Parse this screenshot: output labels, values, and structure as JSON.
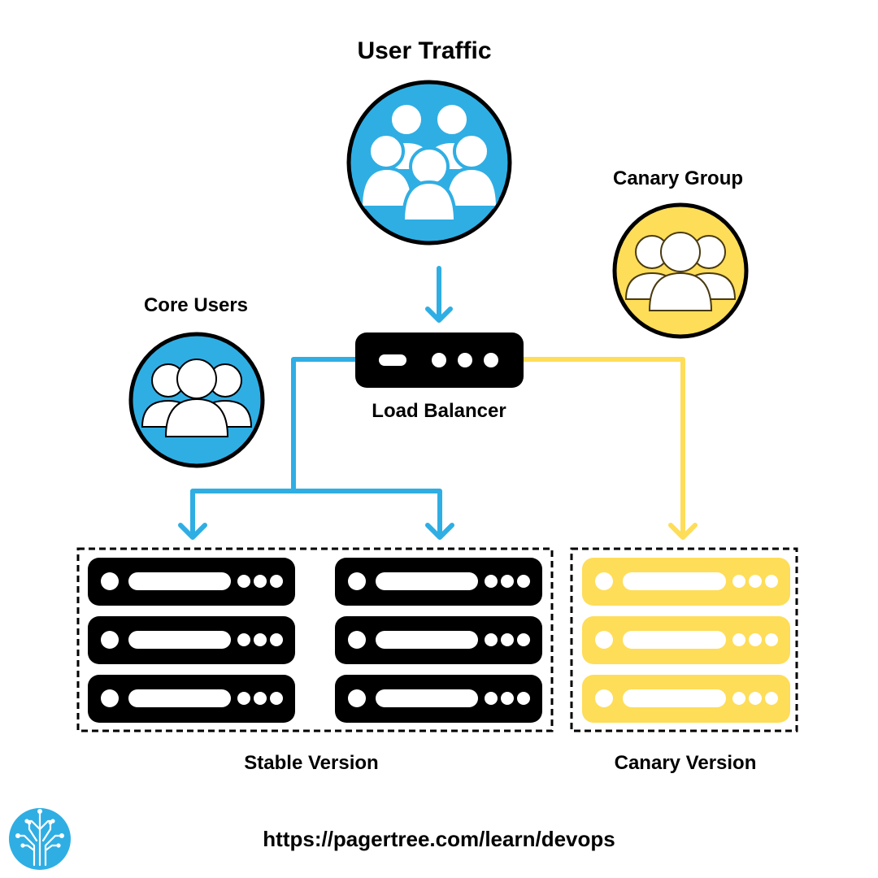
{
  "labels": {
    "user_traffic": "User Traffic",
    "canary_group": "Canary Group",
    "core_users": "Core Users",
    "load_balancer": "Load Balancer",
    "stable_version": "Stable Version",
    "canary_version": "Canary Version",
    "footer_url": "https://pagertree.com/learn/devops"
  },
  "colors": {
    "blue": "#2faee4",
    "yellow": "#fedd58",
    "black": "#000000",
    "white": "#ffffff"
  },
  "icons": {
    "user_traffic": "users-crowd-icon",
    "canary_group": "users-group-icon",
    "core_users": "users-group-icon",
    "load_balancer": "load-balancer-icon",
    "stable_server": "server-icon",
    "canary_server": "server-icon",
    "logo": "pagertree-logo-icon"
  }
}
